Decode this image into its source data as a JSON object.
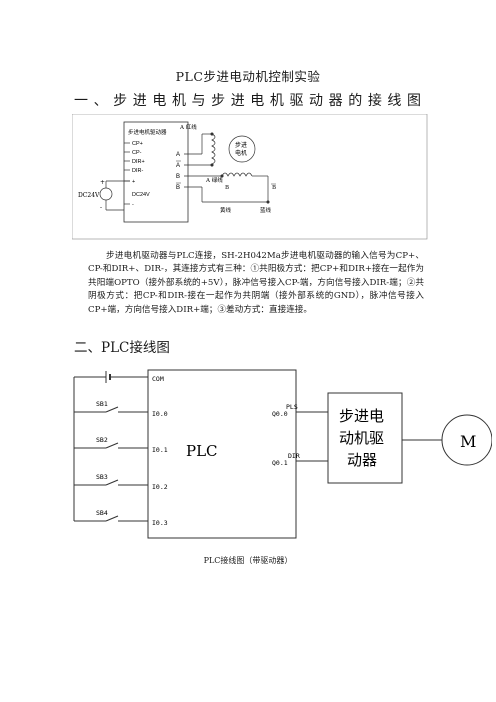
{
  "document": {
    "title": "PLC步进电动机控制实验",
    "section1_heading": "一、步进电机与步进电机驱动器的接线图",
    "paragraph": "步进电机驱动器与PLC连接，SH-2H042Ma步进电机驱动器的输入信号为CP+、CP-和DIR+、DIR-，其连接方式有三种：①共阳极方式：把CP+和DIR+接在一起作为共阳端OPTO（接外部系统的+5V），脉冲信号接入CP-端，方向信号接入DIR-端；②共阴极方式：把CP-和DIR-接在一起作为共阴端（接外部系统的GND），脉冲信号接入CP+端，方向信号接入DIR+端；③差动方式：直接连接。",
    "section2_heading": "二、PLC接线图",
    "caption": "PLC接线图（带驱动器）"
  },
  "wiring_diagram": {
    "driver_title": "步进电机驱动器",
    "terminals": [
      "CP+",
      "CP-",
      "DIR+",
      "DIR-",
      "+",
      "-"
    ],
    "driver_supply_label": "DC24V",
    "external_supply_label": "DC24V",
    "external_plus": "+",
    "external_minus": "-",
    "phase_a": "A",
    "phase_a_bar": "A",
    "phase_b": "B",
    "phase_b_bar": "B",
    "red_wire": "A 红线",
    "green_wire": "A 绿线",
    "motor_label_1": "步进",
    "motor_label_2": "电机",
    "coil_b": "B",
    "coil_b_bar": "B",
    "yellow_wire": "黄线",
    "blue_wire": "蓝线"
  },
  "plc_diagram": {
    "com": "COM",
    "switches": [
      "SB1",
      "SB2",
      "SB3",
      "SB4"
    ],
    "inputs": [
      "I0.0",
      "I0.1",
      "I0.2",
      "I0.3"
    ],
    "outputs": [
      "Q0.0",
      "Q0.1"
    ],
    "plc_label": "PLC",
    "signal_pls": "PLS",
    "signal_dir": "DIR",
    "driver_line1": "步进电",
    "driver_line2": "动机驱",
    "driver_line3": "动器",
    "motor": "M"
  }
}
